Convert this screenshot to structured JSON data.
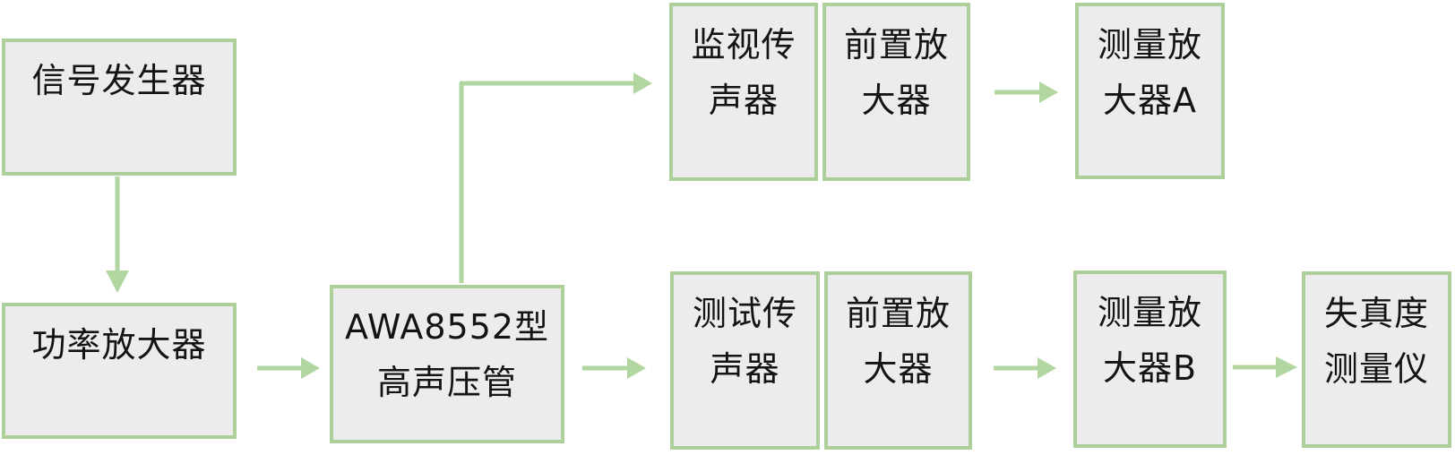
{
  "diagram": {
    "type": "flowchart",
    "description": "Measurement system block diagram",
    "colors": {
      "box_border": "#adcf99",
      "box_fill": "#ececec",
      "arrow_color": "#b2d6a0",
      "text_color": "#141414",
      "background": "#ffffff"
    },
    "nodes": [
      {
        "id": "signal-generator",
        "label": "信号发生器",
        "lines": [
          "信号发生器"
        ]
      },
      {
        "id": "power-amplifier",
        "label": "功率放大器",
        "lines": [
          "功率放大器"
        ]
      },
      {
        "id": "awa8552-tube",
        "label": "AWA8552型高声压管",
        "lines": [
          "AWA8552型",
          "高声压管"
        ]
      },
      {
        "id": "monitor-microphone",
        "label": "监视传声器",
        "lines": [
          "监视传",
          "声器"
        ]
      },
      {
        "id": "preamplifier-top",
        "label": "前置放大器",
        "lines": [
          "前置放",
          "大器"
        ]
      },
      {
        "id": "measuring-amplifier-a",
        "label": "测量放大器A",
        "lines": [
          "测量放",
          "大器A"
        ]
      },
      {
        "id": "test-microphone",
        "label": "测试传声器",
        "lines": [
          "测试传",
          "声器"
        ]
      },
      {
        "id": "preamplifier-bottom",
        "label": "前置放大器",
        "lines": [
          "前置放",
          "大器"
        ]
      },
      {
        "id": "measuring-amplifier-b",
        "label": "测量放大器B",
        "lines": [
          "测量放",
          "大器B"
        ]
      },
      {
        "id": "distortion-meter",
        "label": "失真度测量仪",
        "lines": [
          "失真度",
          "测量仪"
        ]
      }
    ],
    "edges": [
      {
        "from": "signal-generator",
        "to": "power-amplifier",
        "shape": "straight-down"
      },
      {
        "from": "power-amplifier",
        "to": "awa8552-tube",
        "shape": "straight-right"
      },
      {
        "from": "awa8552-tube",
        "to": "monitor-microphone",
        "shape": "elbow-up-right"
      },
      {
        "from": "awa8552-tube",
        "to": "test-microphone",
        "shape": "straight-right"
      },
      {
        "from": "preamplifier-top",
        "to": "measuring-amplifier-a",
        "shape": "straight-right"
      },
      {
        "from": "preamplifier-bottom",
        "to": "measuring-amplifier-b",
        "shape": "straight-right"
      },
      {
        "from": "measuring-amplifier-b",
        "to": "distortion-meter",
        "shape": "straight-right"
      }
    ]
  }
}
